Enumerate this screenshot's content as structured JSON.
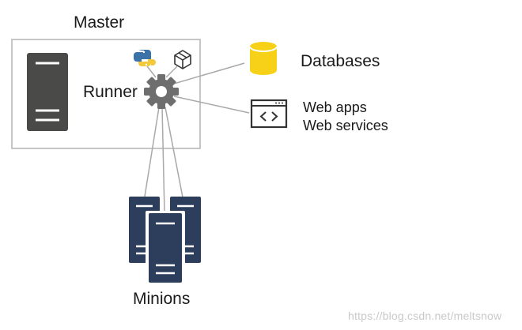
{
  "labels": {
    "master": "Master",
    "runner": "Runner",
    "databases": "Databases",
    "web_apps": "Web apps",
    "web_services": "Web services",
    "minions": "Minions",
    "watermark": "https://blog.csdn.net/meltsnow"
  },
  "colors": {
    "server_dark": "#4a4a48",
    "minion_navy": "#2c3e5c",
    "database_yellow": "#f7d117",
    "gear_gray": "#6e6e6e",
    "connector_gray": "#a9a9a9",
    "master_border": "#b3b3b3",
    "python_blue": "#3b73a9",
    "python_yellow": "#f2c93a"
  },
  "icons": {
    "master_server": "server-tower-icon",
    "python": "python-icon",
    "package": "package-box-icon",
    "runner": "gear-icon",
    "database": "database-cylinder-icon",
    "web_window": "browser-code-window-icon",
    "minions": "server-cluster-icon"
  }
}
